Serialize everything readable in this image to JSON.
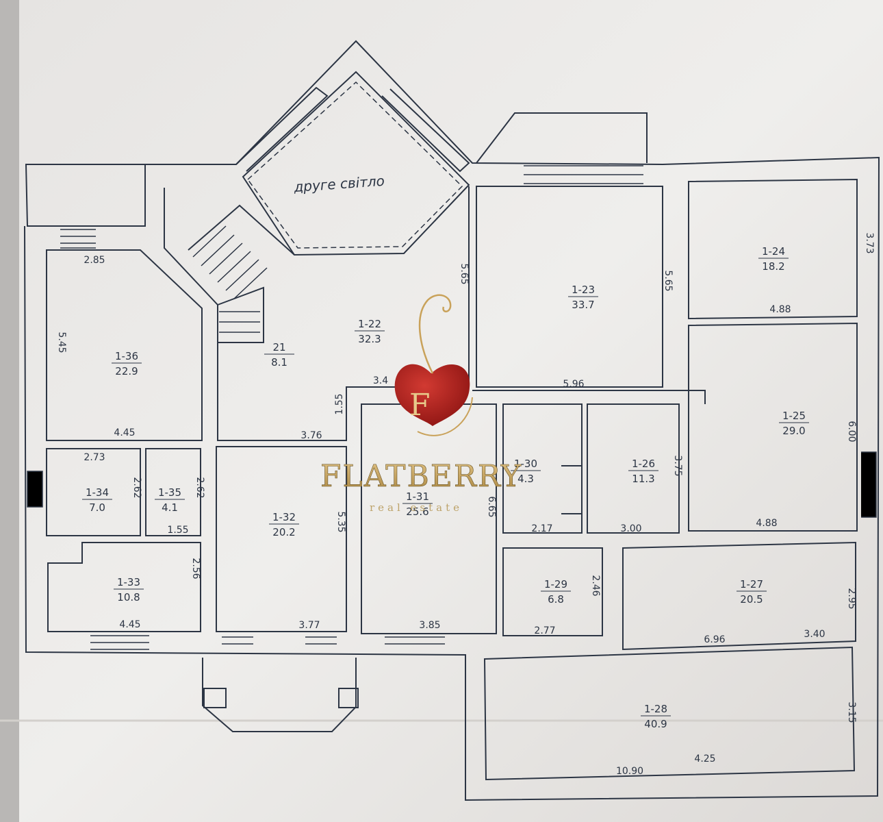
{
  "caption": "друге світло",
  "rooms": [
    {
      "id": "1-22",
      "area": "32.3"
    },
    {
      "id": "1-23",
      "area": "33.7"
    },
    {
      "id": "1-24",
      "area": "18.2"
    },
    {
      "id": "1-25",
      "area": "29.0"
    },
    {
      "id": "1-26",
      "area": "11.3"
    },
    {
      "id": "1-27",
      "area": "20.5"
    },
    {
      "id": "1-29",
      "area": "6.8"
    },
    {
      "id": "1-31",
      "area": "25.6"
    },
    {
      "id": "1-32",
      "area": "20.2"
    },
    {
      "id": "1-33",
      "area": "10.8"
    },
    {
      "id": "1-34",
      "area": "7.0"
    },
    {
      "id": "1-35",
      "area": "4.1"
    },
    {
      "id": "1-36",
      "area": "22.9"
    },
    {
      "id": "1-28",
      "area": "40.9"
    },
    {
      "id": "1-30",
      "area": "4.3"
    },
    {
      "id": "21",
      "area": "8.1"
    }
  ],
  "dimensions": [
    "2.85",
    "5.45",
    "4.45",
    "2.73",
    "2.62",
    "2.62",
    "1.55",
    "4.45",
    "2.56",
    "3.76",
    "1.55",
    "3.4",
    "5.65",
    "5.96",
    "5.65",
    "4.88",
    "3.73",
    "6.00",
    "4.88",
    "3.75",
    "3.00",
    "2.17",
    "6.65",
    "5.35",
    "3.77",
    "3.85",
    "2.77",
    "2.46",
    "6.96",
    "2.95",
    "3.15",
    "10.90",
    "4.25",
    "3.40"
  ],
  "watermark": {
    "brand": "FLATBERRY",
    "tagline": "real estate",
    "monogram": "F",
    "color_brand": "#c9a25a",
    "color_berry": "#b3231f"
  },
  "colors": {
    "paper": "#eceae7",
    "ink": "#2c3544"
  }
}
